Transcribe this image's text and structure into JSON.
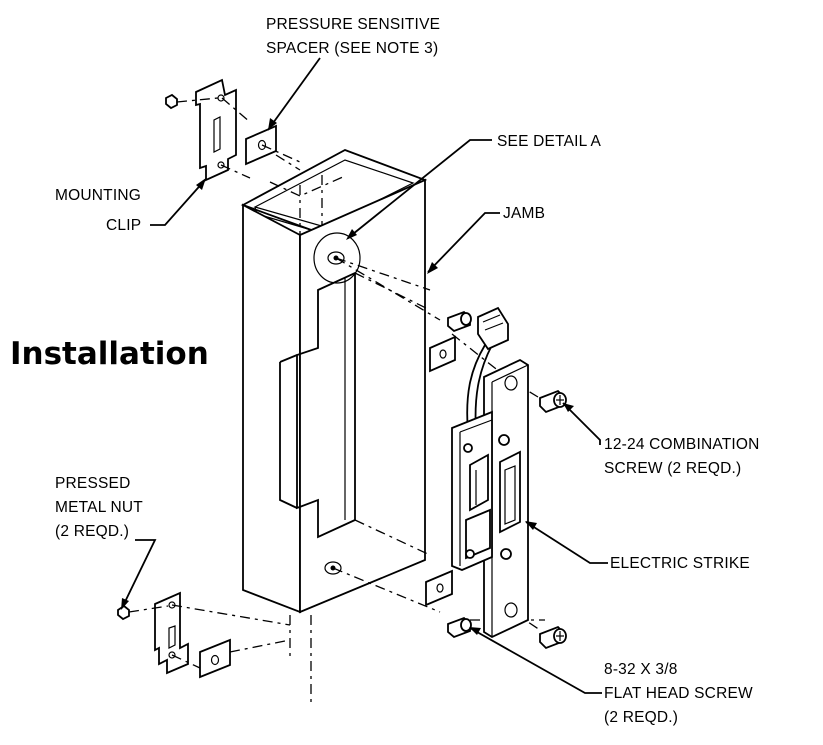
{
  "title": "Installation",
  "labels": {
    "spacer_line1": "PRESSURE SENSITIVE",
    "spacer_line2": "SPACER (SEE NOTE 3)",
    "detail": "SEE DETAIL A",
    "clip_line1": "MOUNTING",
    "clip_line2": "CLIP",
    "jamb": "JAMB",
    "combo_line1": "12-24 COMBINATION",
    "combo_line2": "SCREW (2 REQD.)",
    "nut_line1": "PRESSED",
    "nut_line2": "METAL NUT",
    "nut_line3": "(2 REQD.)",
    "strike": "ELECTRIC STRIKE",
    "flat_line1": "8-32 X 3/8",
    "flat_line2": "FLAT HEAD SCREW",
    "flat_line3": "(2 REQD.)"
  }
}
